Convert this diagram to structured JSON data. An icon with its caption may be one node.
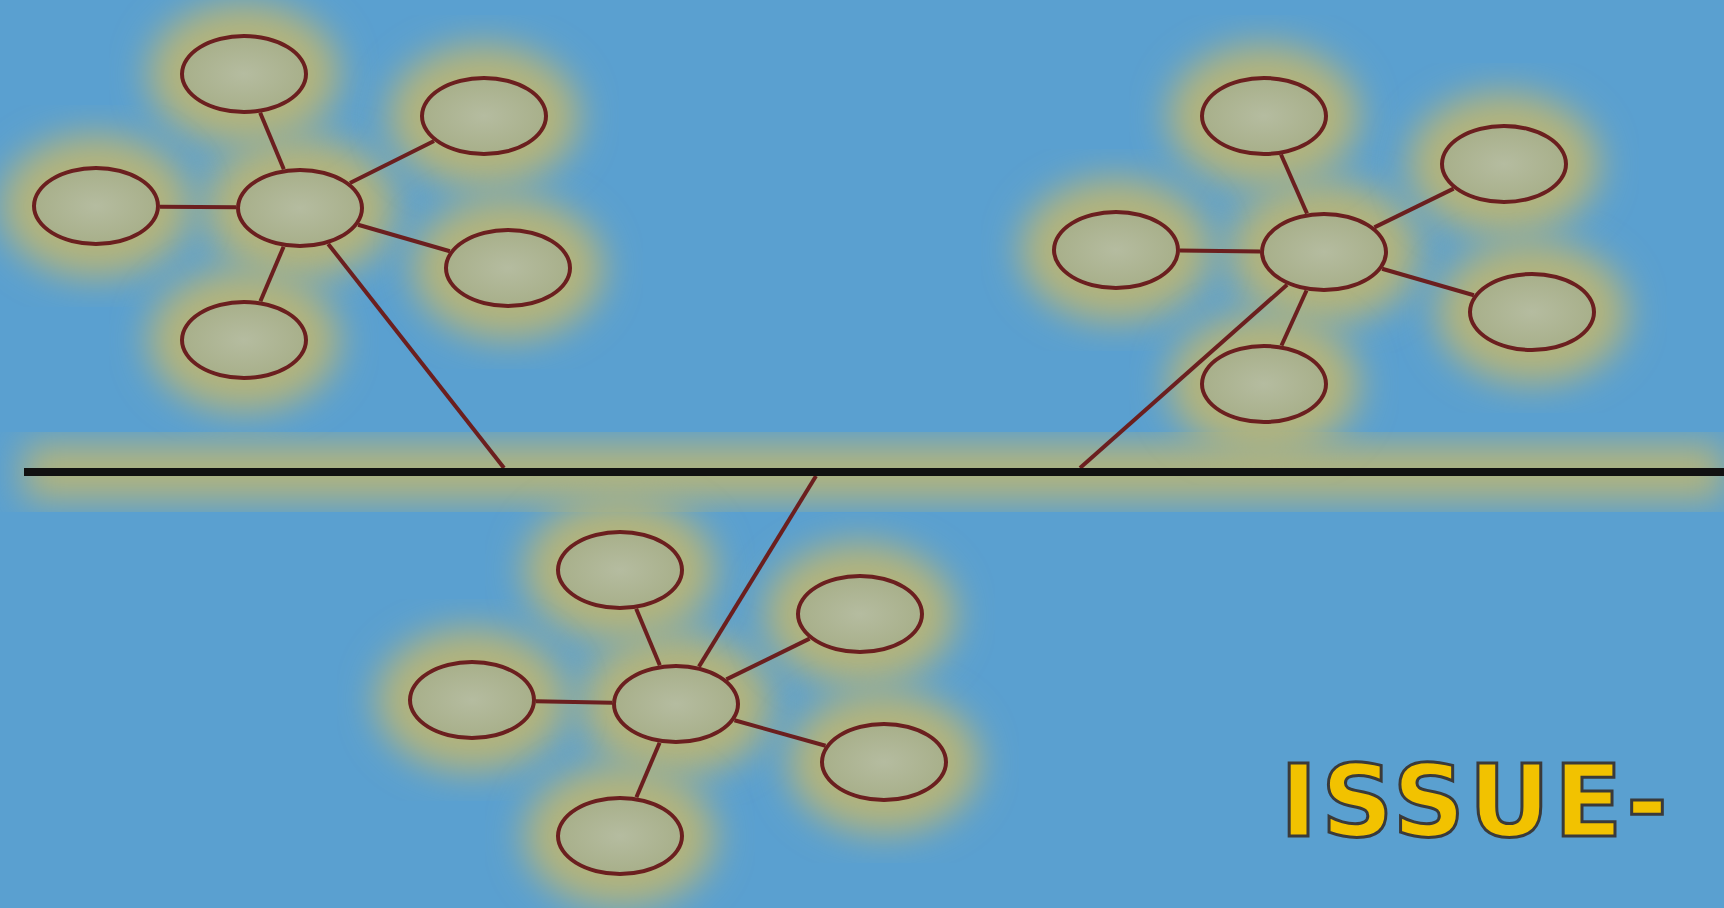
{
  "diagram": {
    "nodes": [
      {
        "text": [],
        "shape": "bar"
      },
      {
        "text": [],
        "shape": "circle"
      },
      {
        "text": [],
        "shape": "circle"
      },
      {
        "text": [],
        "shape": "circle"
      },
      {
        "text": [],
        "shape": "circle"
      },
      {
        "text": [],
        "shape": "circle"
      },
      {
        "text": [],
        "shape": "circle"
      },
      {
        "text": [],
        "shape": "circle"
      },
      {
        "text": [],
        "shape": "circle"
      },
      {
        "text": [],
        "shape": "circle"
      },
      {
        "text": [],
        "shape": "circle"
      },
      {
        "text": [],
        "shape": "circle"
      },
      {
        "text": [],
        "shape": "circle"
      },
      {
        "text": [],
        "shape": "circle"
      },
      {
        "text": [],
        "shape": "circle"
      },
      {
        "text": [],
        "shape": "circle"
      },
      {
        "text": [],
        "shape": "circle"
      },
      {
        "text": [],
        "shape": "circle"
      },
      {
        "text": [],
        "shape": "circle"
      }
    ],
    "edges": [
      {
        "from": 1,
        "to": 0,
        "arrow": "none"
      },
      {
        "from": 1,
        "to": 2,
        "arrow": "none"
      },
      {
        "from": 1,
        "to": 3,
        "arrow": "none"
      },
      {
        "from": 1,
        "to": 4,
        "arrow": "none"
      },
      {
        "from": 1,
        "to": 5,
        "arrow": "none"
      },
      {
        "from": 1,
        "to": 6,
        "arrow": "none"
      },
      {
        "from": 7,
        "to": 0,
        "arrow": "none"
      },
      {
        "from": 7,
        "to": 8,
        "arrow": "none"
      },
      {
        "from": 7,
        "to": 9,
        "arrow": "none"
      },
      {
        "from": 7,
        "to": 10,
        "arrow": "none"
      },
      {
        "from": 7,
        "to": 11,
        "arrow": "none"
      },
      {
        "from": 7,
        "to": 12,
        "arrow": "none"
      },
      {
        "from": 13,
        "to": 0,
        "arrow": "none"
      },
      {
        "from": 13,
        "to": 14,
        "arrow": "none"
      },
      {
        "from": 13,
        "to": 15,
        "arrow": "none"
      },
      {
        "from": 13,
        "to": 16,
        "arrow": "none"
      },
      {
        "from": 13,
        "to": 17,
        "arrow": "none"
      },
      {
        "from": 13,
        "to": 18,
        "arrow": "none"
      }
    ],
    "labels": [
      "ISSUE-"
    ]
  }
}
